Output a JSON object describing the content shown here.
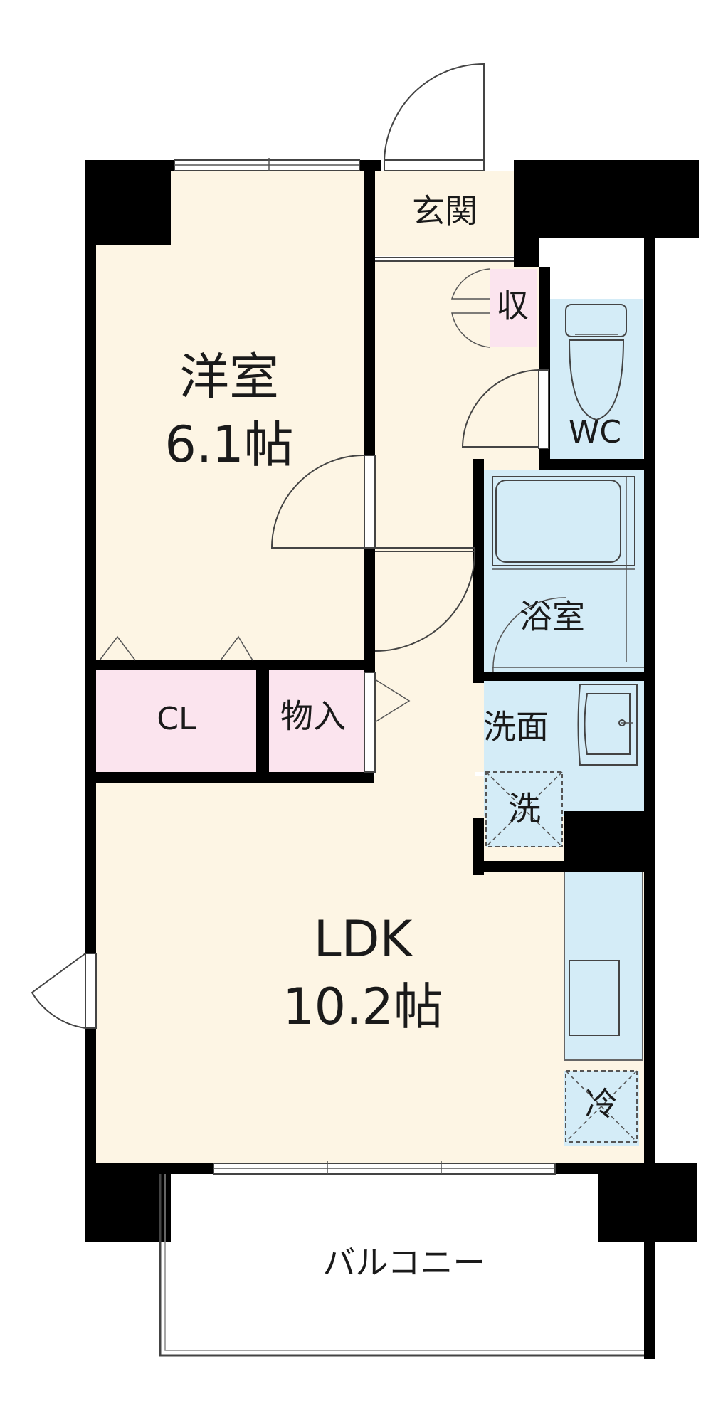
{
  "rooms": {
    "western_room": {
      "name": "洋室",
      "size": "6.1帖"
    },
    "ldk": {
      "name": "LDK",
      "size": "10.2帖"
    },
    "entrance": "玄関",
    "storage_small": "収",
    "wc": "WC",
    "bathroom": "浴室",
    "washroom": "洗面",
    "washer": "洗",
    "closet": "CL",
    "storeroom": "物入",
    "fridge": "冷",
    "balcony": "バルコニー"
  },
  "colors": {
    "floor": "#fdf5e4",
    "wet_area": "#d4ecf7",
    "storage": "#fbe4ee",
    "wall": "#000000"
  }
}
